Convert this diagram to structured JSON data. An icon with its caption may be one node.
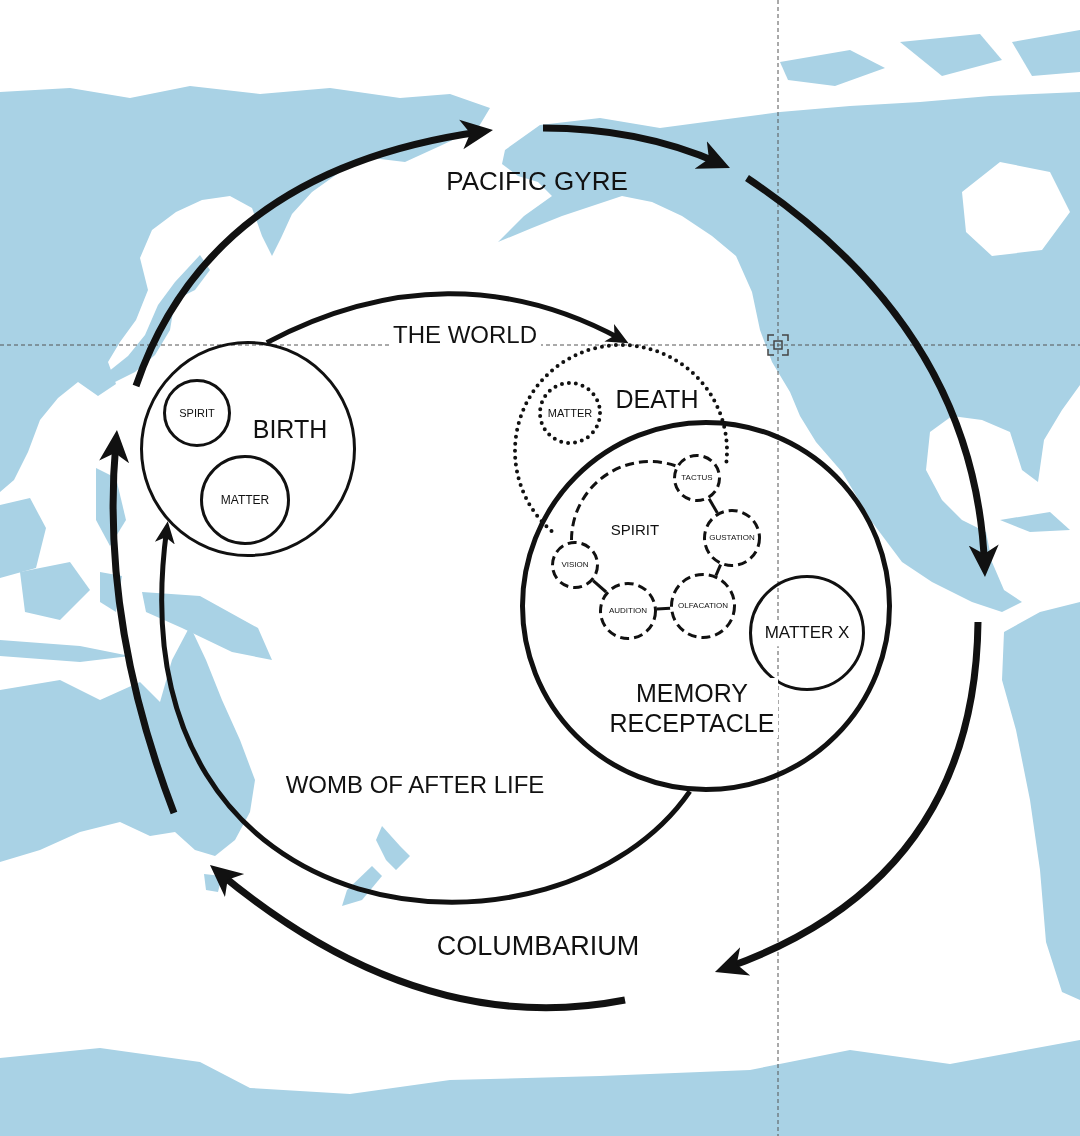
{
  "diagram": {
    "nodes": [
      {
        "text": [
          "BIRTH"
        ]
      },
      {
        "text": [
          "SPIRIT"
        ],
        "in": 0
      },
      {
        "text": [
          "MATTER"
        ],
        "in": 0
      },
      {
        "text": [
          "DEATH"
        ]
      },
      {
        "text": [
          "MATTER"
        ],
        "in": 3
      },
      {
        "text": [
          "MEMORY RECEPTACLE"
        ]
      },
      {
        "text": [
          "SPIRIT"
        ],
        "in": 5
      },
      {
        "text": [
          "TACTUS"
        ]
      },
      {
        "text": [
          "GUSTATION"
        ],
        "in": 5
      },
      {
        "text": [
          "OLFACATION"
        ],
        "in": 5
      },
      {
        "text": [
          "AUDITION"
        ],
        "in": 5
      },
      {
        "text": [
          "VISION"
        ],
        "in": 5
      },
      {
        "text": [
          "MATTER X"
        ],
        "in": 5
      }
    ],
    "edges": [
      {
        "from": 0,
        "to": 3,
        "arrow": "to",
        "label": "THE WORLD"
      },
      {
        "from": 5,
        "to": 0,
        "arrow": "to",
        "label": "WOMB OF AFTER LIFE"
      },
      {
        "from": 7,
        "to": 8,
        "arrow": "none"
      },
      {
        "from": 8,
        "to": 9,
        "arrow": "none"
      },
      {
        "from": 9,
        "to": 10,
        "arrow": "none"
      },
      {
        "from": 10,
        "to": 11,
        "arrow": "none"
      }
    ],
    "labels": [
      "PACIFIC GYRE",
      "COLUMBARIUM"
    ]
  }
}
